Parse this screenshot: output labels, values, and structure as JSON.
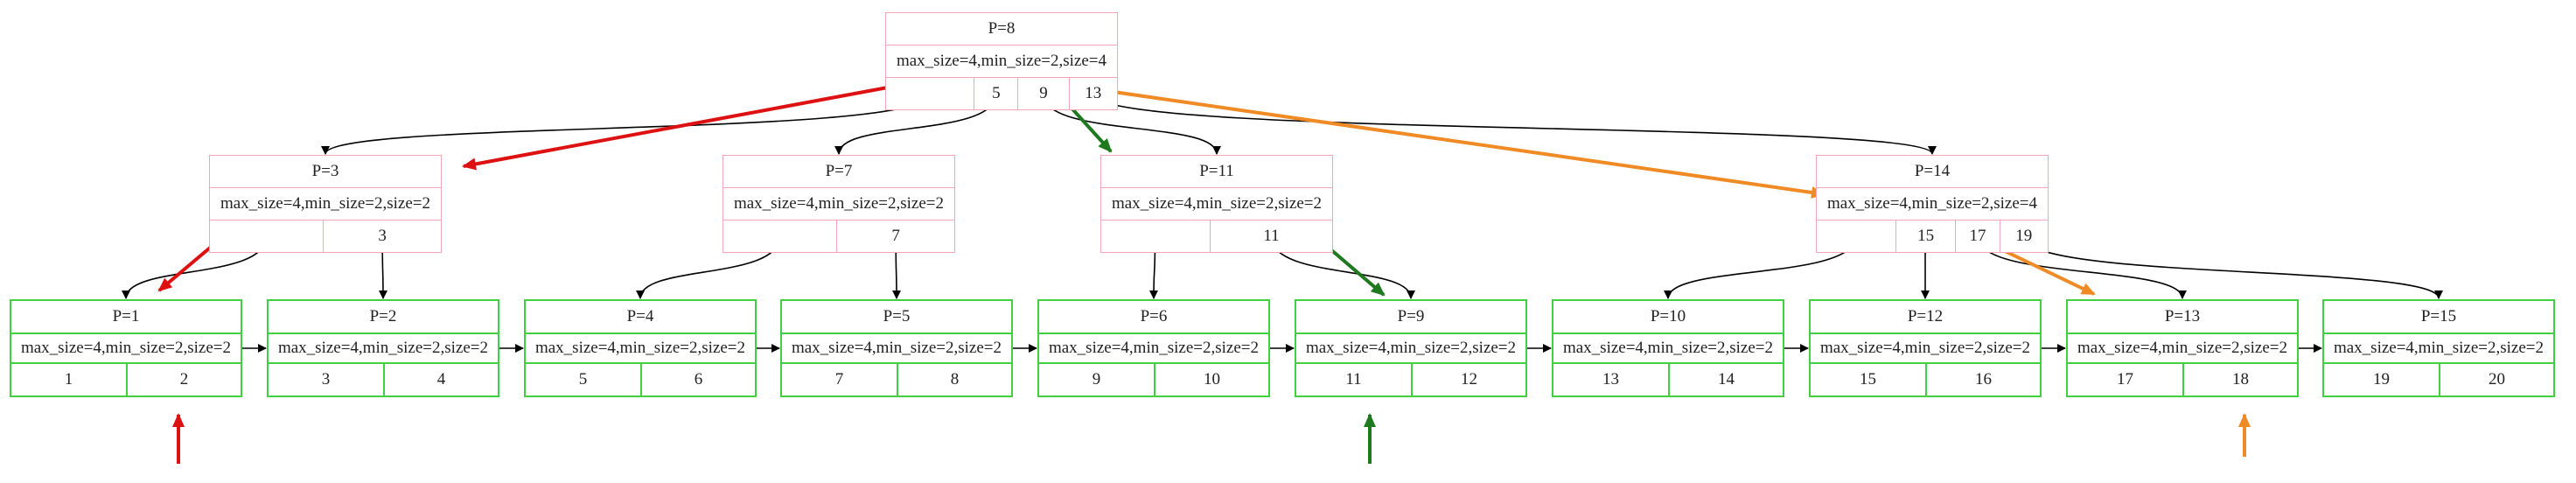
{
  "colors": {
    "internal_border": "#f4a6b8",
    "leaf_border": "#41d041",
    "edge": "#000000",
    "red_path": "#dd1111",
    "green_path": "#1f7a1f",
    "orange_path": "#f08a24"
  },
  "nodes": {
    "p8": {
      "title": "P=8",
      "meta": "max_size=4,min_size=2,size=4",
      "keys": [
        "",
        "5",
        "9",
        "13"
      ]
    },
    "p3": {
      "title": "P=3",
      "meta": "max_size=4,min_size=2,size=2",
      "keys": [
        "",
        "3"
      ]
    },
    "p7": {
      "title": "P=7",
      "meta": "max_size=4,min_size=2,size=2",
      "keys": [
        "",
        "7"
      ]
    },
    "p11": {
      "title": "P=11",
      "meta": "max_size=4,min_size=2,size=2",
      "keys": [
        "",
        "11"
      ]
    },
    "p14": {
      "title": "P=14",
      "meta": "max_size=4,min_size=2,size=4",
      "keys": [
        "",
        "15",
        "17",
        "19"
      ]
    },
    "p1": {
      "title": "P=1",
      "meta": "max_size=4,min_size=2,size=2",
      "keys": [
        "1",
        "2"
      ]
    },
    "p2": {
      "title": "P=2",
      "meta": "max_size=4,min_size=2,size=2",
      "keys": [
        "3",
        "4"
      ]
    },
    "p4": {
      "title": "P=4",
      "meta": "max_size=4,min_size=2,size=2",
      "keys": [
        "5",
        "6"
      ]
    },
    "p5": {
      "title": "P=5",
      "meta": "max_size=4,min_size=2,size=2",
      "keys": [
        "7",
        "8"
      ]
    },
    "p6": {
      "title": "P=6",
      "meta": "max_size=4,min_size=2,size=2",
      "keys": [
        "9",
        "10"
      ]
    },
    "p9": {
      "title": "P=9",
      "meta": "max_size=4,min_size=2,size=2",
      "keys": [
        "11",
        "12"
      ]
    },
    "p10": {
      "title": "P=10",
      "meta": "max_size=4,min_size=2,size=2",
      "keys": [
        "13",
        "14"
      ]
    },
    "p12": {
      "title": "P=12",
      "meta": "max_size=4,min_size=2,size=2",
      "keys": [
        "15",
        "16"
      ]
    },
    "p13": {
      "title": "P=13",
      "meta": "max_size=4,min_size=2,size=2",
      "keys": [
        "17",
        "18"
      ]
    },
    "p15": {
      "title": "P=15",
      "meta": "max_size=4,min_size=2,size=2",
      "keys": [
        "19",
        "20"
      ]
    }
  },
  "edges": [
    {
      "from": "p8",
      "key": 0,
      "to": "p3"
    },
    {
      "from": "p8",
      "key": 1,
      "to": "p7"
    },
    {
      "from": "p8",
      "key": 2,
      "to": "p11"
    },
    {
      "from": "p8",
      "key": 3,
      "to": "p14"
    },
    {
      "from": "p3",
      "key": 0,
      "to": "p1"
    },
    {
      "from": "p3",
      "key": 1,
      "to": "p2"
    },
    {
      "from": "p7",
      "key": 0,
      "to": "p4"
    },
    {
      "from": "p7",
      "key": 1,
      "to": "p5"
    },
    {
      "from": "p11",
      "key": 0,
      "to": "p6"
    },
    {
      "from": "p11",
      "key": 1,
      "to": "p9"
    },
    {
      "from": "p14",
      "key": 0,
      "to": "p10"
    },
    {
      "from": "p14",
      "key": 1,
      "to": "p12"
    },
    {
      "from": "p14",
      "key": 2,
      "to": "p13"
    },
    {
      "from": "p14",
      "key": 3,
      "to": "p15"
    }
  ],
  "leaf_chain": [
    "p1",
    "p2",
    "p4",
    "p5",
    "p6",
    "p9",
    "p10",
    "p12",
    "p13",
    "p15"
  ]
}
